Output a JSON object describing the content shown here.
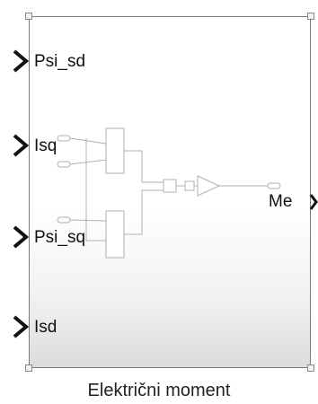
{
  "block": {
    "name": "Električni moment",
    "inputs": [
      {
        "label": "Psi_sd"
      },
      {
        "label": "Isq"
      },
      {
        "label": "Psi_sq"
      },
      {
        "label": "Isd"
      }
    ],
    "outputs": [
      {
        "label": "Me"
      }
    ]
  },
  "colors": {
    "border": "#7a7a7a",
    "port_arrow": "#111111",
    "inner_wire": "#b0b0b0"
  },
  "icons": [
    "chevron-port-icon",
    "product-block-icon",
    "sum-block-icon",
    "gain-triangle-icon"
  ]
}
